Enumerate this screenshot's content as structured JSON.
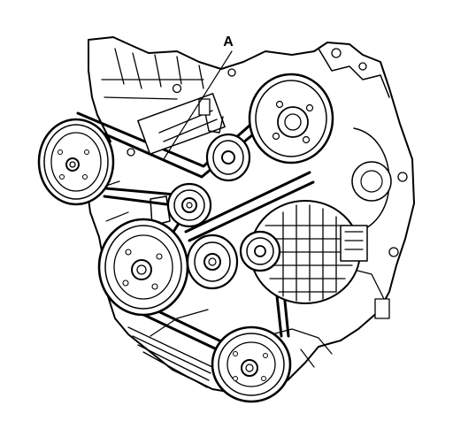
{
  "diagram": {
    "callout_label": "A",
    "colors": {
      "line": "#000000",
      "background": "#ffffff"
    },
    "components": [
      "engine-block",
      "power-steering-pulley",
      "water-pump-pulley",
      "tensioner-pulley",
      "idler-pulley",
      "crankshaft-pulley",
      "alternator-pulley",
      "air-conditioning-compressor-pulley",
      "alternator",
      "drive-belt"
    ]
  }
}
